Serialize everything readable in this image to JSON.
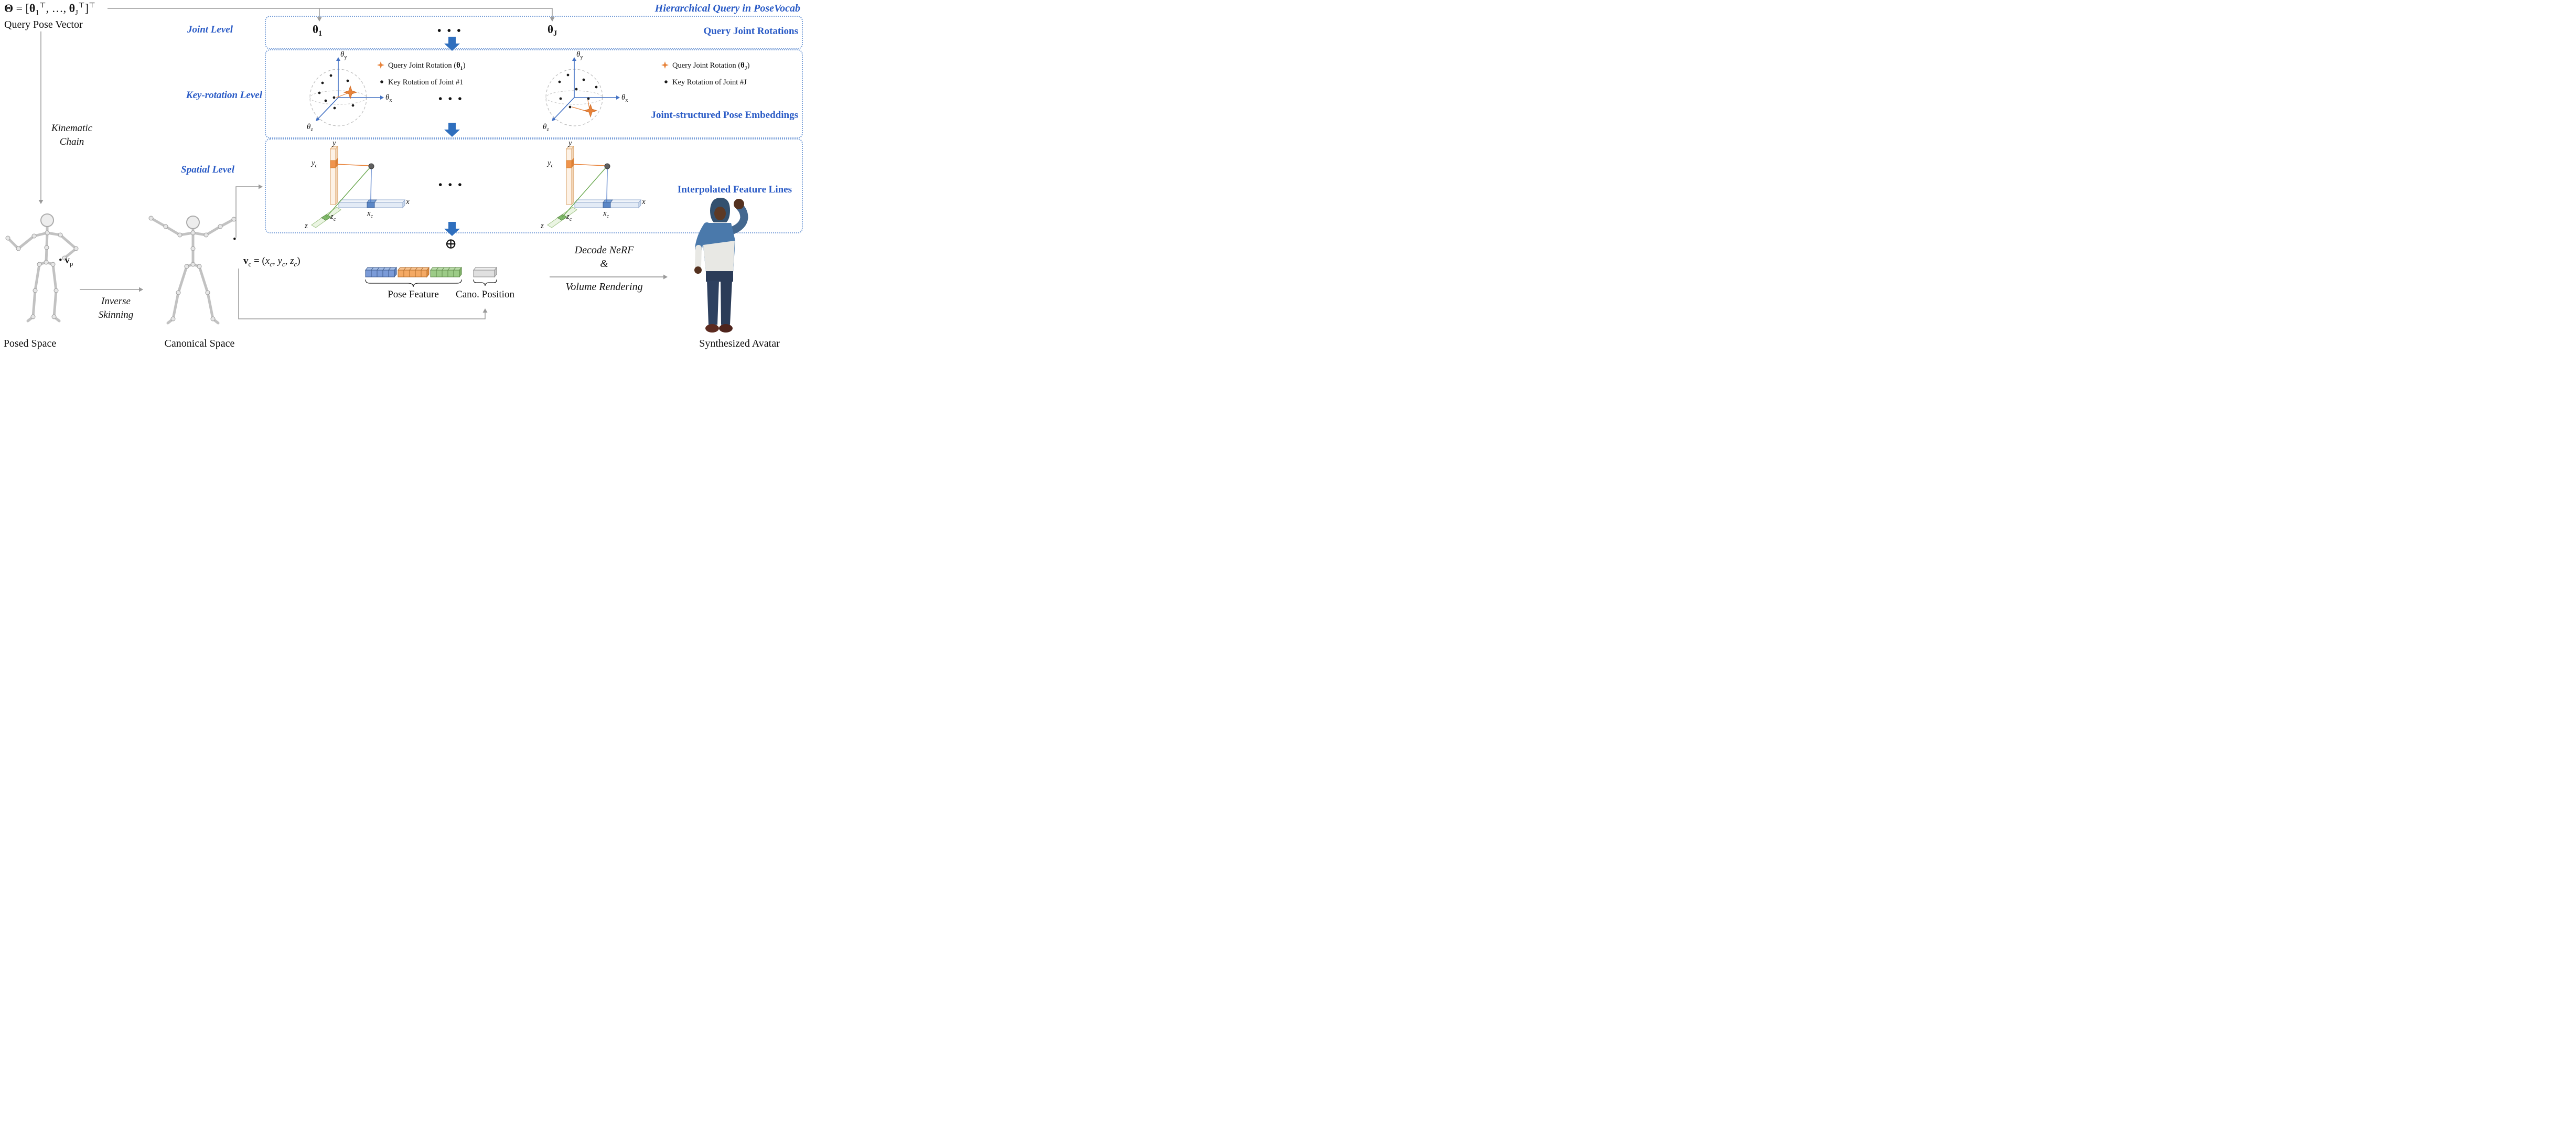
{
  "figure": {
    "title": "Hierarchical Query in PoseVocab"
  },
  "pose_vector": {
    "formula": [
      {
        "s": "Θ",
        "b": true
      },
      {
        "s": " = ["
      },
      {
        "s": "θ",
        "b": true
      },
      {
        "s": "1",
        "t": "sub"
      },
      {
        "s": "⊤",
        "t": "sup"
      },
      {
        "s": ", …, "
      },
      {
        "s": "θ",
        "b": true
      },
      {
        "s": "J",
        "t": "sub"
      },
      {
        "s": "⊤",
        "t": "sup"
      },
      {
        "s": "]"
      },
      {
        "s": "⊤",
        "t": "sup"
      }
    ],
    "label": "Query Pose Vector"
  },
  "joint_level": {
    "label": "Joint Level",
    "theta_1": [
      {
        "s": "θ",
        "b": true
      },
      {
        "s": "1",
        "t": "sub",
        "b": true
      }
    ],
    "ellipsis": "• • •",
    "theta_J": [
      {
        "s": "θ",
        "b": true
      },
      {
        "s": "J",
        "t": "sub",
        "b": true
      }
    ],
    "right_label": "Query Joint Rotations"
  },
  "key_rotation_level": {
    "label": "Key-rotation Level",
    "ellipsis": "• • •",
    "right_label": "Joint-structured Pose Embeddings",
    "axis_theta_x": [
      {
        "s": "θ",
        "i": true
      },
      {
        "s": "x",
        "t": "sub"
      }
    ],
    "axis_theta_y": [
      {
        "s": "θ",
        "i": true
      },
      {
        "s": "y",
        "t": "sub"
      }
    ],
    "axis_theta_z": [
      {
        "s": "θ",
        "i": true
      },
      {
        "s": "z",
        "t": "sub"
      }
    ],
    "legend_left": {
      "query": [
        {
          "s": "Query Joint Rotation ("
        },
        {
          "s": "θ",
          "b": true
        },
        {
          "s": "1",
          "t": "sub",
          "b": true
        },
        {
          "s": ")"
        }
      ],
      "key": "Key Rotation of Joint #1"
    },
    "legend_right": {
      "query": [
        {
          "s": "Query Joint Rotation ("
        },
        {
          "s": "θ",
          "b": true
        },
        {
          "s": "J",
          "t": "sub",
          "b": true
        },
        {
          "s": ")"
        }
      ],
      "key": "Key Rotation of Joint #J"
    }
  },
  "spatial_level": {
    "label": "Spatial Level",
    "ellipsis": "• • •",
    "right_label": "Interpolated Feature Lines",
    "axis_x": [
      {
        "s": "x",
        "i": true
      }
    ],
    "axis_y": [
      {
        "s": "y",
        "i": true
      }
    ],
    "axis_z": [
      {
        "s": "z",
        "i": true
      }
    ],
    "coord_xc": [
      {
        "s": "x",
        "i": true
      },
      {
        "s": "c",
        "t": "sub",
        "i": true
      }
    ],
    "coord_yc": [
      {
        "s": "y",
        "i": true
      },
      {
        "s": "c",
        "t": "sub",
        "i": true
      }
    ],
    "coord_zc": [
      {
        "s": "z",
        "i": true
      },
      {
        "s": "c",
        "t": "sub",
        "i": true
      }
    ]
  },
  "fusion": {
    "oplus": "⊕",
    "pose_feature": "Pose Feature",
    "cano_position": "Cano. Position"
  },
  "decode": {
    "line1": "Decode NeRF",
    "line2": "&",
    "line3": "Volume Rendering"
  },
  "skeleton_flow": {
    "kinematic_chain": [
      "Kinematic",
      "Chain"
    ],
    "inverse_skinning": [
      "Inverse",
      "Skinning"
    ],
    "posed_space": "Posed Space",
    "canonical_space": "Canonical Space",
    "v_p": [
      {
        "s": "• "
      },
      {
        "s": "v",
        "b": true
      },
      {
        "s": "p",
        "t": "sub"
      }
    ],
    "v_c_point": "•",
    "v_c": [
      {
        "s": "v",
        "b": true
      },
      {
        "s": "c",
        "t": "sub"
      },
      {
        "s": " = ("
      },
      {
        "s": "x",
        "i": true
      },
      {
        "s": "c",
        "t": "sub",
        "i": true
      },
      {
        "s": ", "
      },
      {
        "s": "y",
        "i": true
      },
      {
        "s": "c",
        "t": "sub",
        "i": true
      },
      {
        "s": ", "
      },
      {
        "s": "z",
        "i": true
      },
      {
        "s": "c",
        "t": "sub",
        "i": true
      },
      {
        "s": ")"
      }
    ]
  },
  "output": {
    "synthesized_avatar": "Synthesized Avatar"
  },
  "colors": {
    "label_blue": "#2a5bc6",
    "box_border_blue": "#7aa0d8",
    "block_arrow_blue": "#2f6fbe",
    "axis_blue": "#4472c4",
    "star_orange": "#e8833a",
    "connector_gray": "#9a9a9a",
    "feature_blue": "#7b9bd8",
    "feature_orange": "#f4a964",
    "feature_green": "#9ccb87",
    "feature_gray": "#e0e0e0"
  }
}
